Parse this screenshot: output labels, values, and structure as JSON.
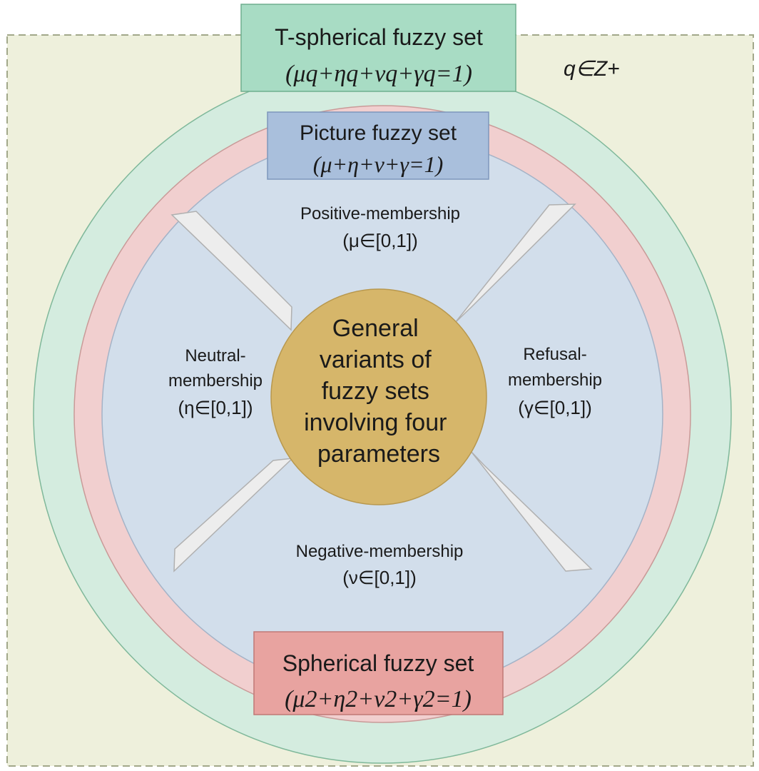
{
  "outer_note": "q∈Z+",
  "t_spherical": {
    "title": "T-spherical fuzzy set",
    "formula": "(μq+ηq+νq+γq=1)"
  },
  "picture": {
    "title": "Picture fuzzy set",
    "formula": "(μ+η+ν+γ=1)"
  },
  "spherical": {
    "title": "Spherical fuzzy set",
    "formula": "(μ2+η2+ν2+γ2=1)"
  },
  "center": {
    "lines": [
      "General",
      "variants of",
      "fuzzy sets",
      "involving four",
      "parameters"
    ]
  },
  "positive": {
    "label": "Positive-membership",
    "range": "(μ∈[0,1])"
  },
  "neutral": {
    "label_1": "Neutral-",
    "label_2": "membership",
    "range": "(η∈[0,1])"
  },
  "refusal": {
    "label_1": "Refusal-",
    "label_2": "membership",
    "range": "(γ∈[0,1])"
  },
  "negative": {
    "label": "Negative-membership",
    "range": "(ν∈[0,1])"
  },
  "colors": {
    "outer_bg": "#eef0dc",
    "outer_border": "#a2a88a",
    "ring_green": "#d4ecdf",
    "ring_pink": "#f1cfcf",
    "inner_blue": "#d2deeb",
    "center_gold": "#d6b66a",
    "t_box": "#a8dcc4",
    "picture_box": "#a9bfdc",
    "spherical_box": "#e8a3a0",
    "arrow_fill": "#ededed"
  }
}
